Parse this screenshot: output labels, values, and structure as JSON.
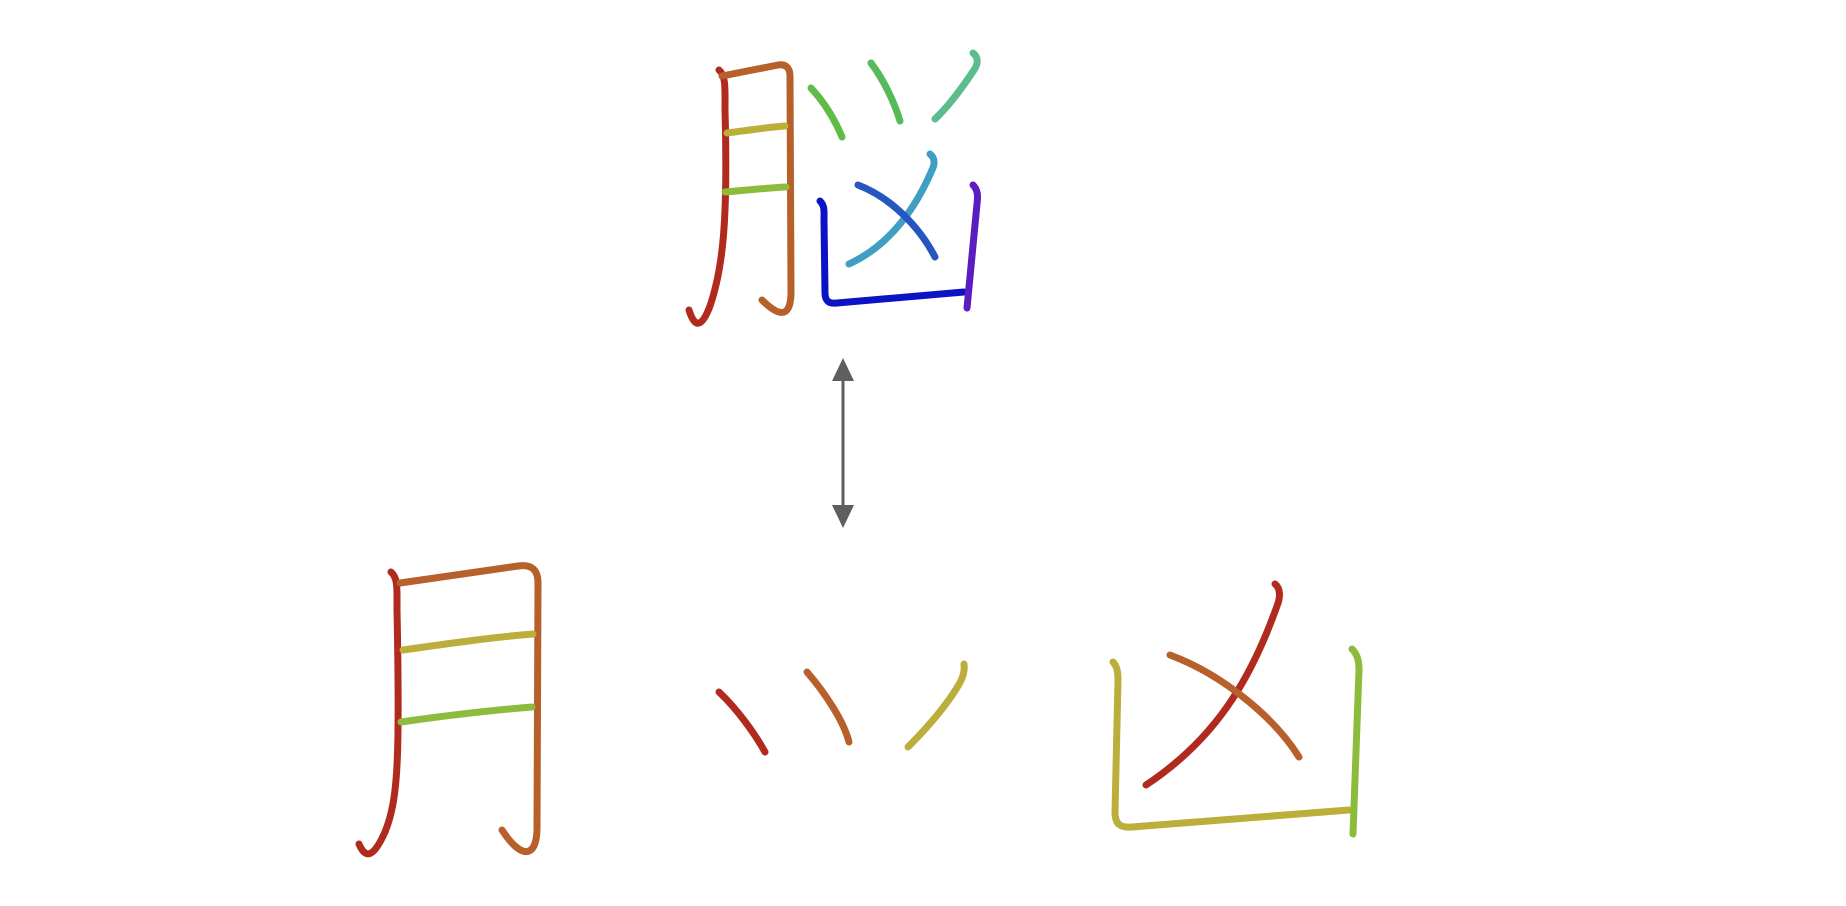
{
  "diagram": {
    "compound": {
      "character": "脳",
      "strokes": [
        {
          "icon": "stroke-1-left-vertical",
          "color": "#b12a1e"
        },
        {
          "icon": "stroke-2-hook",
          "color": "#b8602b"
        },
        {
          "icon": "stroke-3-inner-horizontal",
          "color": "#bcae3b"
        },
        {
          "icon": "stroke-4-inner-horizontal",
          "color": "#8dbc3c"
        },
        {
          "icon": "stroke-5-dot",
          "color": "#5fbd47"
        },
        {
          "icon": "stroke-6-dot",
          "color": "#56ba5b"
        },
        {
          "icon": "stroke-7-slant",
          "color": "#5bbd8d"
        },
        {
          "icon": "stroke-8-slant",
          "color": "#3f9ec2"
        },
        {
          "icon": "stroke-9-slant",
          "color": "#2656bf"
        },
        {
          "icon": "stroke-10-corner",
          "color": "#0b14c4"
        },
        {
          "icon": "stroke-11-vertical",
          "color": "#5a1ec0"
        }
      ]
    },
    "relation": {
      "icon": "double-arrow-icon",
      "color": "#5f5f5f"
    },
    "components": [
      {
        "character": "月",
        "strokes": [
          {
            "icon": "stroke-1-left-vertical",
            "color": "#b12a1e"
          },
          {
            "icon": "stroke-2-hook",
            "color": "#b8602b"
          },
          {
            "icon": "stroke-3-inner-horizontal",
            "color": "#bcae3b"
          },
          {
            "icon": "stroke-4-inner-horizontal",
            "color": "#8dbc3c"
          }
        ]
      },
      {
        "character": "⺍",
        "strokes": [
          {
            "icon": "stroke-1-dot",
            "color": "#b12a1e"
          },
          {
            "icon": "stroke-2-dot",
            "color": "#b8602b"
          },
          {
            "icon": "stroke-3-slant",
            "color": "#bcae3b"
          }
        ]
      },
      {
        "character": "凶",
        "strokes": [
          {
            "icon": "stroke-1-slant",
            "color": "#b12a1e"
          },
          {
            "icon": "stroke-2-slant",
            "color": "#b8602b"
          },
          {
            "icon": "stroke-3-corner",
            "color": "#bcae3b"
          },
          {
            "icon": "stroke-4-vertical",
            "color": "#8dbc3c"
          }
        ]
      }
    ]
  }
}
